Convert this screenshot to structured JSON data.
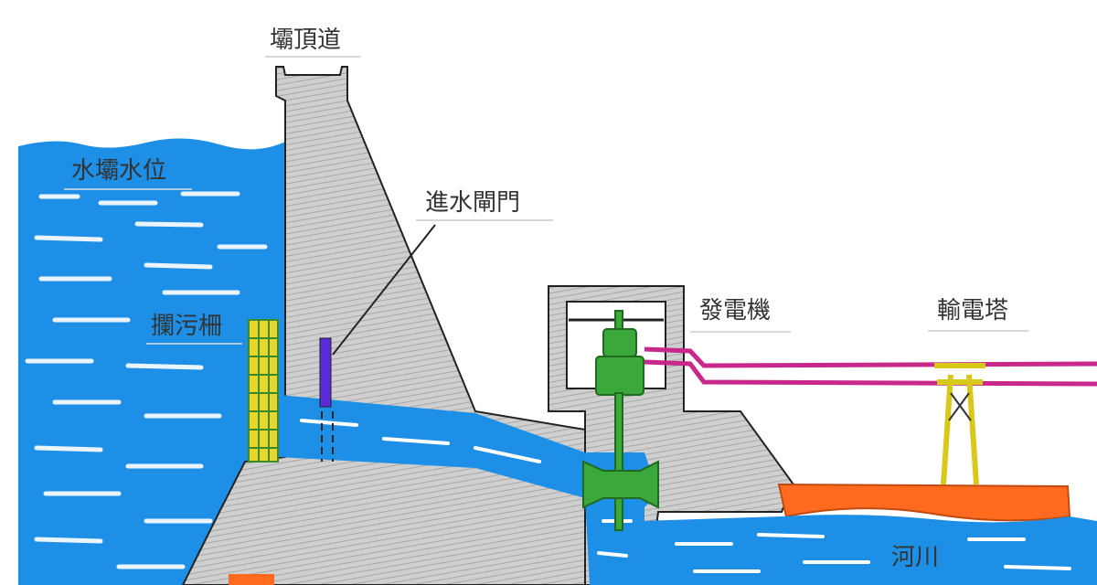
{
  "labels": {
    "crest_road": "壩頂道",
    "reservoir_level": "水壩水位",
    "intake_gate": "進水閘門",
    "trash_rack": "攔污柵",
    "generator": "發電機",
    "transmission_tower": "輸電塔",
    "river": "河川"
  },
  "colors": {
    "water": "#1e8fe6",
    "concrete": "#c9c9c9",
    "gate": "#5a2bd6",
    "rack": "#e8d62a",
    "generator": "#3aa83a",
    "power_line": "#c8288c",
    "tower": "#f0e62a",
    "bank": "#ff6a1e"
  }
}
